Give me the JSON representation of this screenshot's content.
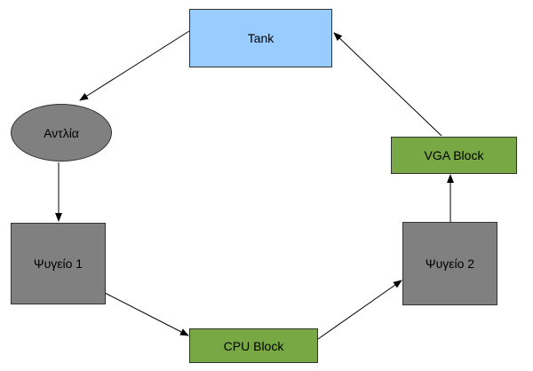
{
  "nodes": {
    "tank": {
      "label": "Tank"
    },
    "pump": {
      "label": "Αντλία"
    },
    "rad1": {
      "label": "Ψυγείο 1"
    },
    "cpu": {
      "label": "CPU Block"
    },
    "rad2": {
      "label": "Ψυγείο 2"
    },
    "vga": {
      "label": "VGA Block"
    }
  },
  "edges": [
    {
      "from": "tank",
      "to": "pump"
    },
    {
      "from": "pump",
      "to": "rad1"
    },
    {
      "from": "rad1",
      "to": "cpu"
    },
    {
      "from": "cpu",
      "to": "rad2"
    },
    {
      "from": "rad2",
      "to": "vga"
    },
    {
      "from": "vga",
      "to": "tank"
    }
  ],
  "colors": {
    "tank": "#99ccff",
    "pump": "#808080",
    "radiator": "#808080",
    "block": "#77a844",
    "edge": "#000000"
  }
}
